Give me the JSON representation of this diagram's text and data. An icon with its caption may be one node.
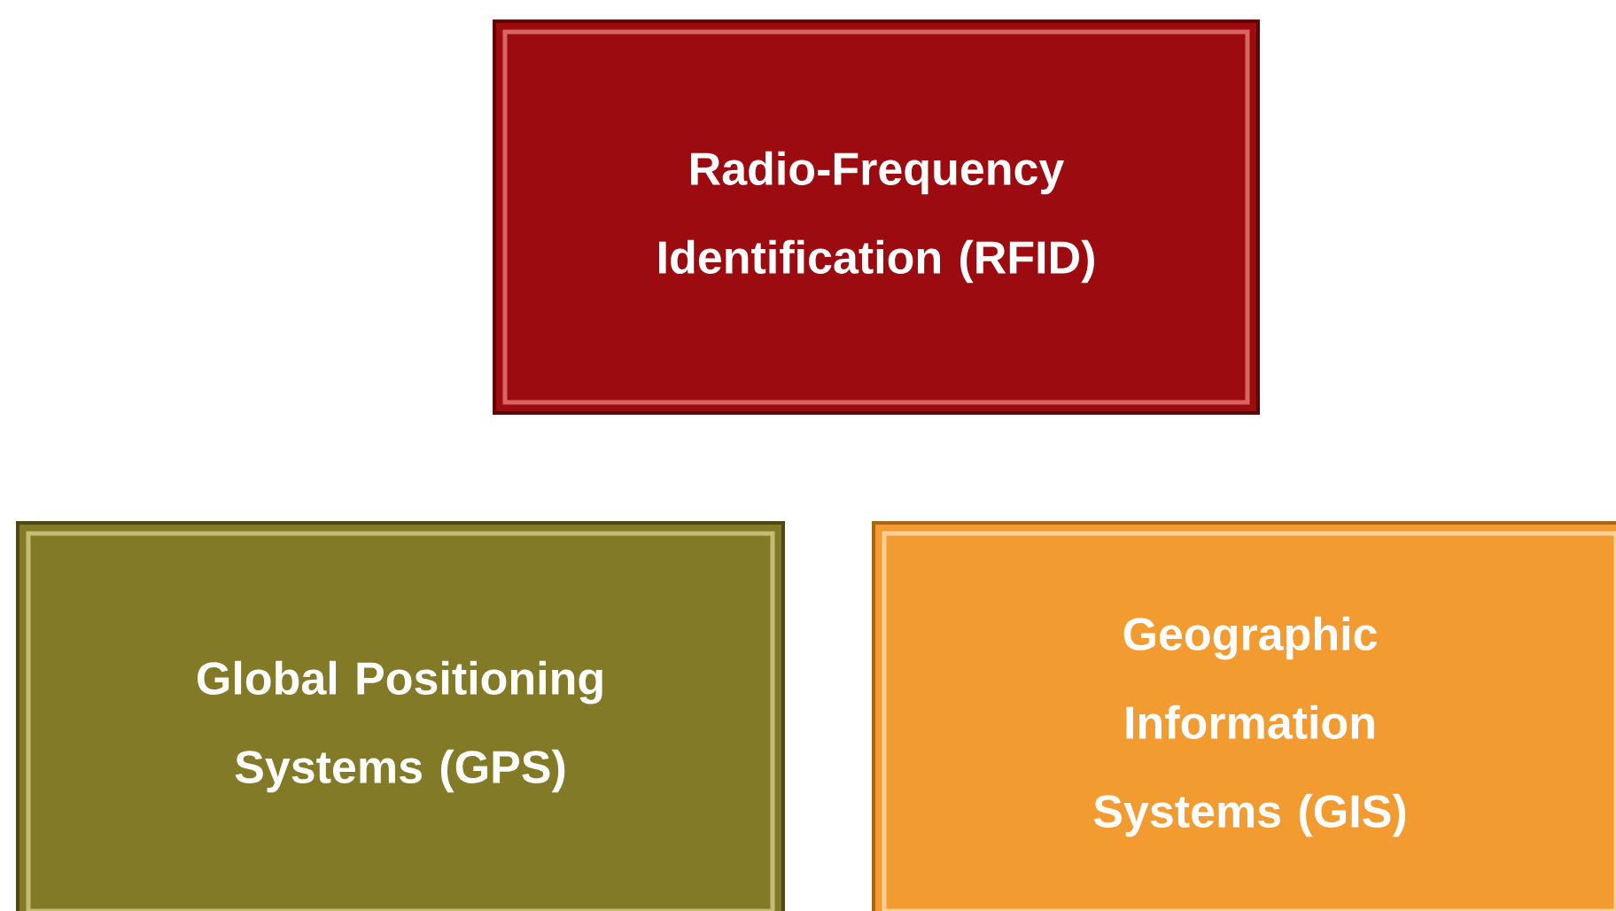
{
  "diagram": {
    "nodes": [
      {
        "text": [
          "Radio-Frequency Identification (RFID)"
        ]
      },
      {
        "text": [
          "Global Positioning Systems (GPS)"
        ]
      },
      {
        "text": [
          "Geographic Information Systems (GIS)"
        ]
      }
    ]
  }
}
